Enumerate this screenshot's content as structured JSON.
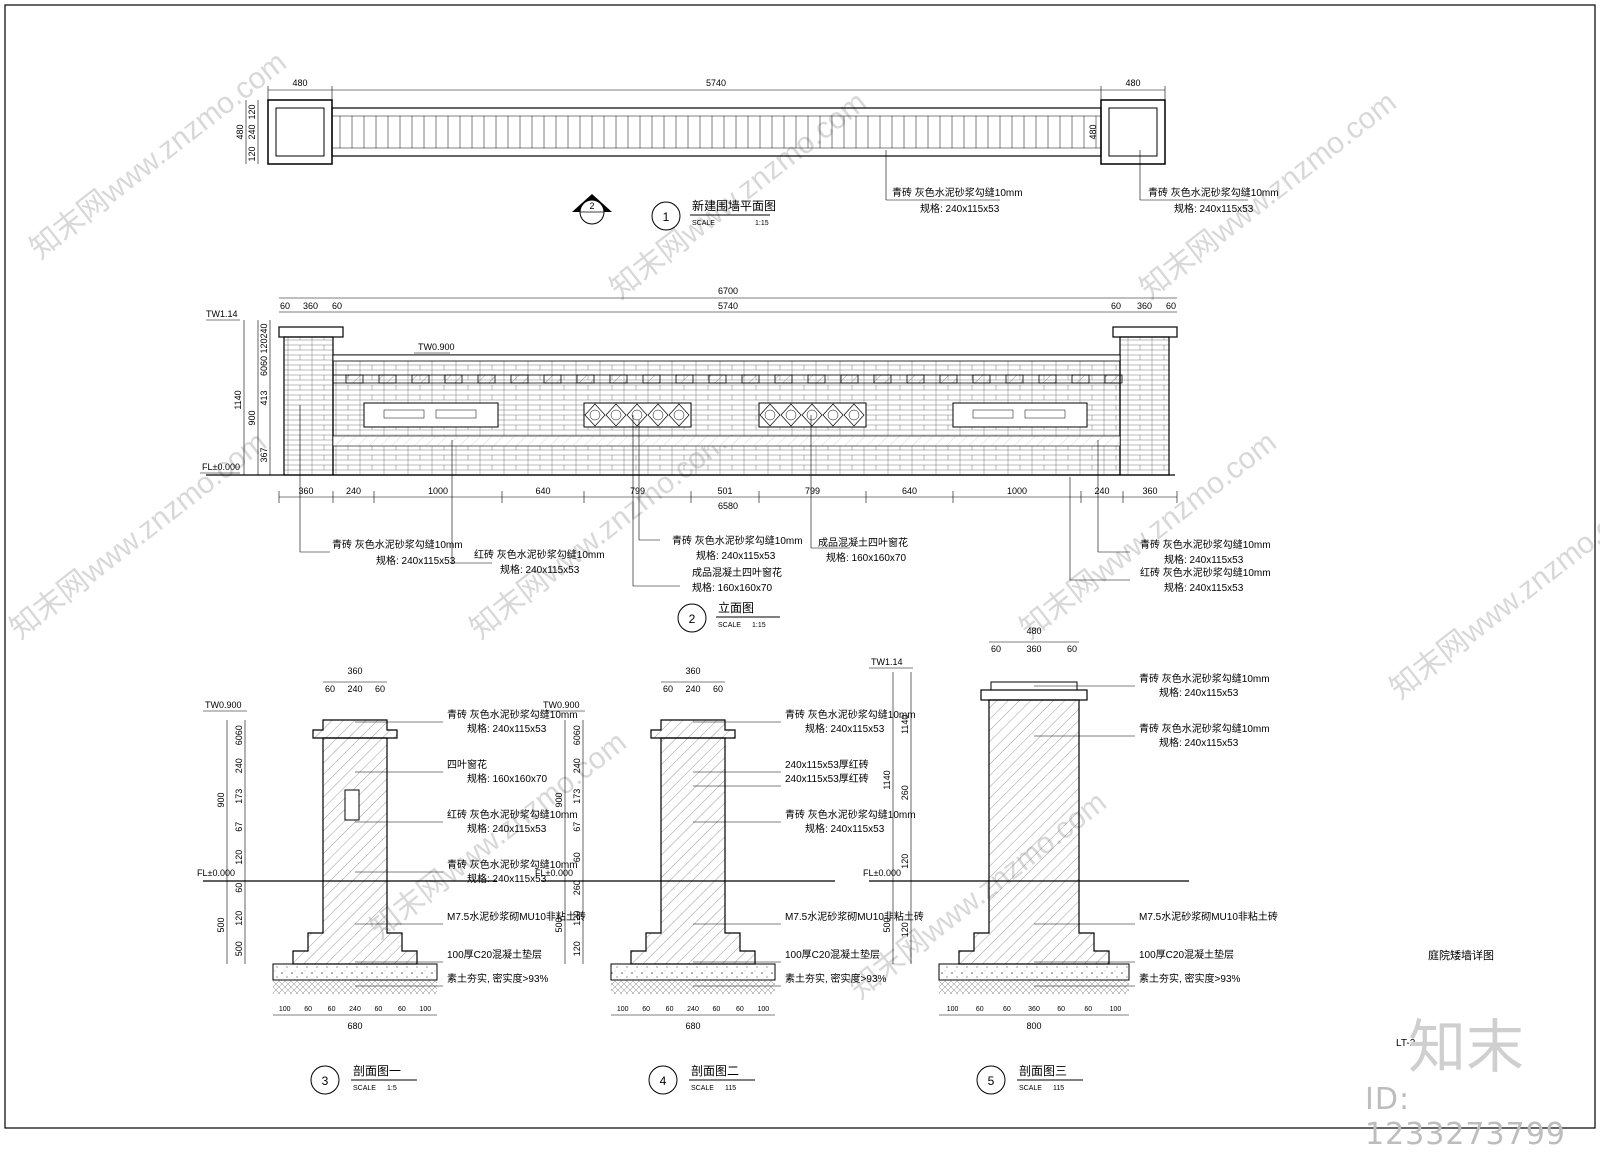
{
  "sheet": {
    "corner_title": "庭院矮墙详图",
    "sheet_no": "LT-2",
    "logo": "知末",
    "id_text": "ID: 1233273799",
    "watermark": "知末网www.znzmo.com"
  },
  "plan": {
    "title": "新建围墙平面图",
    "number": "1",
    "scale_label": "SCALE",
    "scale": "1:15",
    "section_mark": "2",
    "dims_top": [
      "480",
      "5740",
      "480"
    ],
    "dims_side": [
      "120",
      "240",
      "120"
    ],
    "dim_total": "480",
    "notes": [
      {
        "line1": "青砖  灰色水泥砂浆勾缝10mm",
        "line2": "规格: 240x115x53"
      },
      {
        "line1": "青砖  灰色水泥砂浆勾缝10mm",
        "line2": "规格: 240x115x53"
      }
    ]
  },
  "elevation": {
    "title": "立面图",
    "number": "2",
    "scale_label": "SCALE",
    "scale": "1:15",
    "levels": {
      "tw1": "TW1.14",
      "tw0": "TW0.900",
      "fl": "FL±0.000"
    },
    "dim_overall": "6700",
    "dim_inner": "5740",
    "dims_top_small": [
      "60",
      "360",
      "60",
      "60",
      "360",
      "60"
    ],
    "dims_left": [
      "240",
      "120",
      "6060",
      "413",
      "367"
    ],
    "dims_left_total": [
      "1140",
      "900"
    ],
    "dims_bottom": [
      "360",
      "240",
      "1000",
      "640",
      "799",
      "501",
      "799",
      "640",
      "1000",
      "240",
      "360"
    ],
    "dim_bottom_total": "6580",
    "notes": [
      {
        "line1": "青砖  灰色水泥砂浆勾缝10mm",
        "line2": "规格: 240x115x53"
      },
      {
        "line1": "红砖  灰色水泥砂浆勾缝10mm",
        "line2": "规格: 240x115x53"
      },
      {
        "line1": "青砖  灰色水泥砂浆勾缝10mm",
        "line2": "规格: 240x115x53"
      },
      {
        "line1": "成品混凝土四叶窗花",
        "line2": "规格: 160x160x70"
      },
      {
        "line1": "成品混凝土四叶窗花",
        "line2": "规格: 160x160x70"
      },
      {
        "line1": "青砖  灰色水泥砂浆勾缝10mm",
        "line2": "规格: 240x115x53"
      },
      {
        "line1": "红砖  灰色水泥砂浆勾缝10mm",
        "line2": "规格: 240x115x53"
      }
    ]
  },
  "sections": [
    {
      "number": "3",
      "title": "剖面图一",
      "scale_label": "SCALE",
      "scale": "1:5",
      "top_dims": [
        "360",
        "60",
        "240",
        "60"
      ],
      "left_dims": [
        "6060",
        "240",
        "173",
        "67",
        "120",
        "60",
        "120",
        "500"
      ],
      "left_totals": [
        "900",
        "500"
      ],
      "bottom_dims": [
        "100",
        "60",
        "60",
        "240",
        "60",
        "60",
        "100"
      ],
      "bottom_total": "680",
      "levels": [
        "TW0.900",
        "FL±0.000"
      ],
      "notes": [
        "青砖  灰色水泥砂浆勾缝10mm",
        "规格: 240x115x53",
        "四叶窗花",
        "规格: 160x160x70",
        "红砖  灰色水泥砂浆勾缝10mm",
        "规格: 240x115x53",
        "青砖  灰色水泥砂浆勾缝10mm",
        "规格: 240x115x53",
        "M7.5水泥砂浆砌MU10非粘土砖",
        "100厚C20混凝土垫层",
        "素土夯实, 密实度>93%"
      ]
    },
    {
      "number": "4",
      "title": "剖面图二",
      "scale_label": "SCALE",
      "scale": "115",
      "top_dims": [
        "360",
        "60",
        "240",
        "60"
      ],
      "left_dims": [
        "6060",
        "240",
        "173",
        "67",
        "60",
        "260",
        "120",
        "120"
      ],
      "left_totals": [
        "900",
        "500"
      ],
      "bottom_dims": [
        "100",
        "60",
        "60",
        "240",
        "60",
        "60",
        "100"
      ],
      "bottom_total": "680",
      "levels": [
        "TW0.900",
        "FL±0.000"
      ],
      "notes": [
        "青砖  灰色水泥砂浆勾缝10mm",
        "规格: 240x115x53",
        "240x115x53厚红砖",
        "240x115x53厚红砖",
        "青砖  灰色水泥砂浆勾缝10mm",
        "规格: 240x115x53",
        "M7.5水泥砂浆砌MU10非粘土砖",
        "100厚C20混凝土垫层",
        "素土夯实, 密实度>93%"
      ]
    },
    {
      "number": "5",
      "title": "剖面图三",
      "scale_label": "SCALE",
      "scale": "115",
      "top_dims": [
        "480",
        "60",
        "360",
        "60"
      ],
      "left_dims": [
        "1140",
        "260",
        "120",
        "120"
      ],
      "left_totals": [
        "1140",
        "500"
      ],
      "bottom_dims": [
        "100",
        "60",
        "60",
        "360",
        "60",
        "60",
        "100"
      ],
      "bottom_total": "800",
      "levels": [
        "TW1.14",
        "FL±0.000"
      ],
      "notes": [
        "青砖  灰色水泥砂浆勾缝10mm",
        "规格: 240x115x53",
        "青砖  灰色水泥砂浆勾缝10mm",
        "规格: 240x115x53",
        "M7.5水泥砂浆砌MU10非粘土砖",
        "100厚C20混凝土垫层",
        "素土夯实, 密实度>93%"
      ]
    }
  ]
}
